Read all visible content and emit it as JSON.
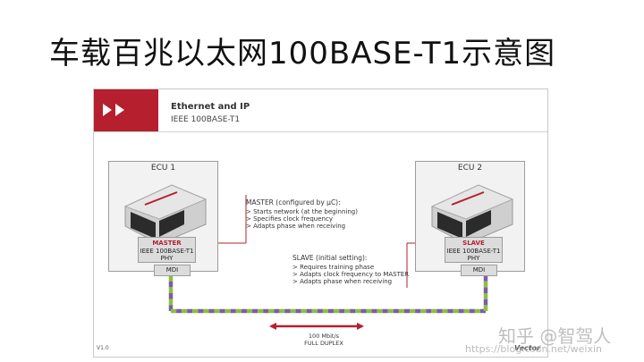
{
  "page_title": "车载百兆以太网100BASE-T1示意图",
  "slide": {
    "header_title": "Ethernet and IP",
    "header_subtitle": "IEEE 100BASE-T1",
    "version": "V1.0",
    "brand": "Vector"
  },
  "ecu1": {
    "label": "ECU 1",
    "role": "MASTER",
    "phy_standard": "IEEE 100BASE-T1",
    "phy": "PHY",
    "mdi": "MDI"
  },
  "ecu2": {
    "label": "ECU 2",
    "role": "SLAVE",
    "phy_standard": "IEEE 100BASE-T1",
    "phy": "PHY",
    "mdi": "MDI"
  },
  "master_note": {
    "title": "MASTER (configured by µC):",
    "items": [
      "> Starts network (at the beginning)",
      "> Specifies clock frequency",
      "> Adapts phase when receiving"
    ]
  },
  "slave_note": {
    "title": "SLAVE (initial setting):",
    "items": [
      "> Requires training phase",
      "> Adapts clock frequency to MASTER",
      "> Adapts phase when receiving"
    ]
  },
  "duplex": {
    "speed": "100 Mbit/s",
    "mode": "FULL DUPLEX"
  },
  "watermark": {
    "text": "知乎 @智驾人",
    "url": "https://blog.csdn.net/weixin"
  },
  "colors": {
    "accent": "#b51f2e",
    "cable_green": "#8dbf3f",
    "cable_purple": "#7b5ea7"
  }
}
